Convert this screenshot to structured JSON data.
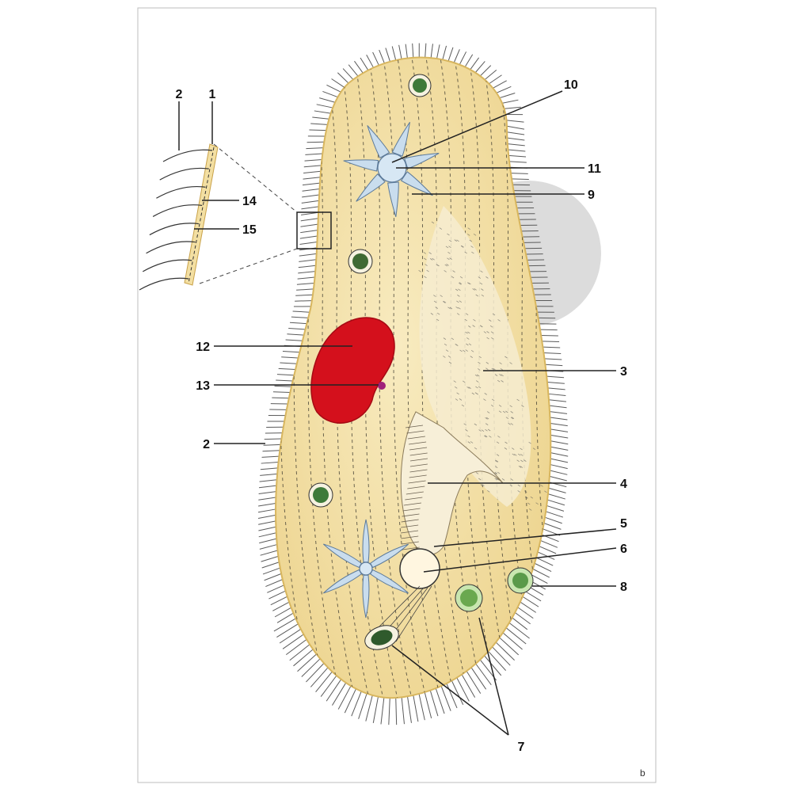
{
  "colors": {
    "cell_fill": "#f3dfa2",
    "cell_edge": "#d8b65e",
    "nucleus": "#d4101c",
    "vacuole": "#c9ddee",
    "food": "#5a9a4a",
    "micronucleus": "#a0207a"
  },
  "labels": {
    "l1": "1",
    "l2_top": "2",
    "l14": "14",
    "l15": "15",
    "l10": "10",
    "l11": "11",
    "l9": "9",
    "l12": "12",
    "l13": "13",
    "l3": "3",
    "l2_mid": "2",
    "l4": "4",
    "l5": "5",
    "l6": "6",
    "l8": "8",
    "l7": "7"
  },
  "corner_mark": "b",
  "icons": {
    "main": "paramecium-cell",
    "inset": "pellicle-cilia-detail"
  }
}
